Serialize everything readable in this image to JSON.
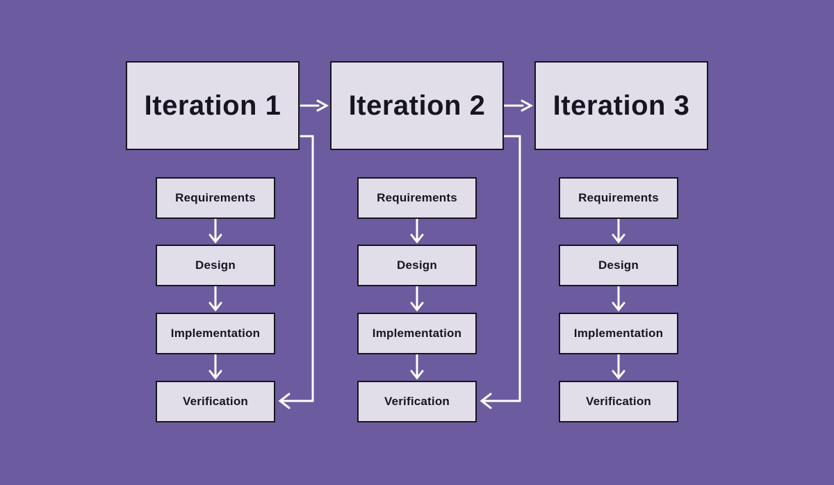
{
  "colors": {
    "bg": "#6c5b9e",
    "box-fill": "#e1deea",
    "border": "#17151f",
    "text": "#17151f",
    "arrow": "#ffffff"
  },
  "iterations": [
    {
      "label": "Iteration 1",
      "stages": [
        "Requirements",
        "Design",
        "Implementation",
        "Verification"
      ]
    },
    {
      "label": "Iteration 2",
      "stages": [
        "Requirements",
        "Design",
        "Implementation",
        "Verification"
      ]
    },
    {
      "label": "Iteration 3",
      "stages": [
        "Requirements",
        "Design",
        "Implementation",
        "Verification"
      ]
    }
  ],
  "connections": {
    "header_sequence": [
      "Iteration 1 → Iteration 2",
      "Iteration 2 → Iteration 3"
    ],
    "stage_flow": "Requirements → Design → Implementation → Verification",
    "feedback_loops": [
      "Iteration 1 → Verification",
      "Iteration 2 → Verification"
    ]
  }
}
